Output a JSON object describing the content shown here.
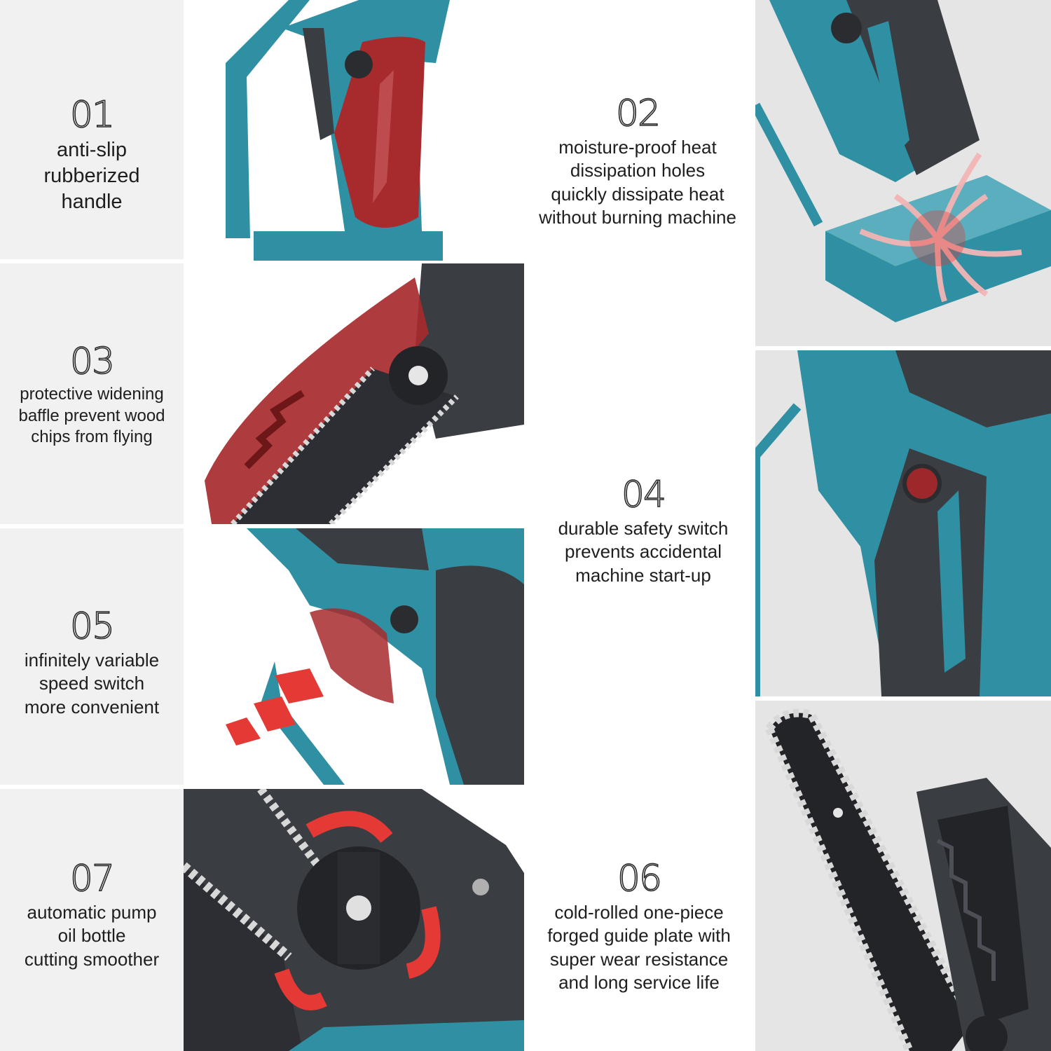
{
  "features": [
    {
      "number": "01",
      "text": "anti-slip\nrubberized\nhandle"
    },
    {
      "number": "02",
      "text": "moisture-proof heat\ndissipation holes\nquickly dissipate heat\nwithout burning machine"
    },
    {
      "number": "03",
      "text": "protective widening\nbaffle prevent wood\nchips from flying"
    },
    {
      "number": "04",
      "text": "durable safety switch\nprevents accidental\nmachine start-up"
    },
    {
      "number": "05",
      "text": "infinitely variable\nspeed switch\nmore convenient"
    },
    {
      "number": "06",
      "text": "cold-rolled one-piece\nforged guide plate with\nsuper wear resistance\nand long service life"
    },
    {
      "number": "07",
      "text": "automatic pump\noil bottle\ncutting smoother"
    }
  ],
  "colors": {
    "teal": "#2f8fa3",
    "dark": "#3a3d42",
    "red_highlight": "#b0282c",
    "text": "#1e1e1e"
  }
}
